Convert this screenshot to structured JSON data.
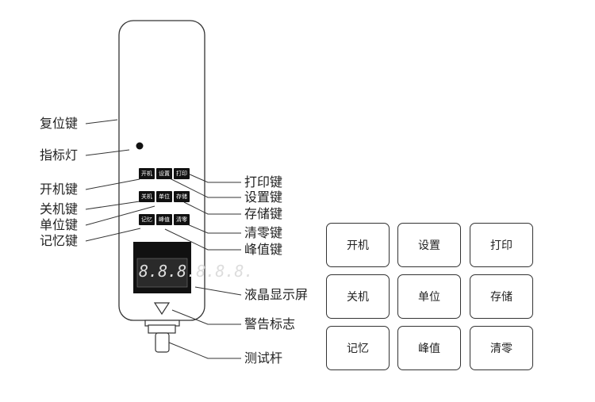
{
  "left_labels": {
    "reset": "复位键",
    "indicator": "指标灯",
    "power_on": "开机键",
    "power_off": "关机键",
    "unit": "单位键",
    "memory": "记忆键"
  },
  "right_labels": {
    "print": "打印键",
    "settings": "设置键",
    "store": "存储键",
    "zero": "清零键",
    "peak": "峰值键",
    "lcd": "液晶显示屏",
    "warning": "警告标志",
    "probe": "测试杆"
  },
  "device_keys": {
    "row1": [
      "开机",
      "设置",
      "打印"
    ],
    "row2": [
      "关机",
      "单位",
      "存储"
    ],
    "row3": [
      "记忆",
      "峰值",
      "清零"
    ]
  },
  "lcd_display": "8.8.8.8.8.8.",
  "keypad": {
    "row1": [
      "开机",
      "设置",
      "打印"
    ],
    "row2": [
      "关机",
      "单位",
      "存储"
    ],
    "row3": [
      "记忆",
      "峰值",
      "清零"
    ]
  }
}
